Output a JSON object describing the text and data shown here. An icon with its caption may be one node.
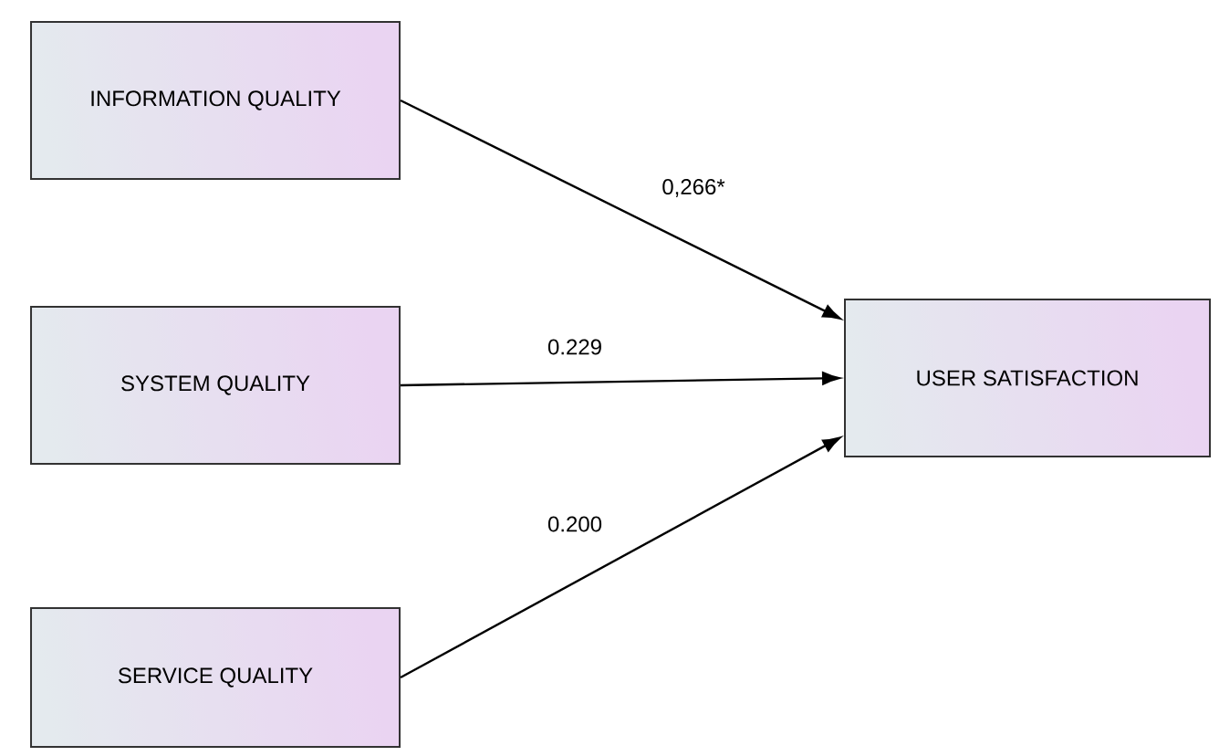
{
  "diagram": {
    "nodes": [
      {
        "text": [
          "INFORMATION QUALITY"
        ]
      },
      {
        "text": [
          "SYSTEM QUALITY"
        ]
      },
      {
        "text": [
          "SERVICE QUALITY"
        ]
      },
      {
        "text": [
          "USER SATISFACTION"
        ]
      }
    ],
    "edges": [
      {
        "from": 0,
        "to": 3,
        "arrow": "to",
        "label": "0,266*"
      },
      {
        "from": 1,
        "to": 3,
        "arrow": "to",
        "label": "0.229"
      },
      {
        "from": 2,
        "to": 3,
        "arrow": "to",
        "label": "0.200"
      }
    ]
  }
}
